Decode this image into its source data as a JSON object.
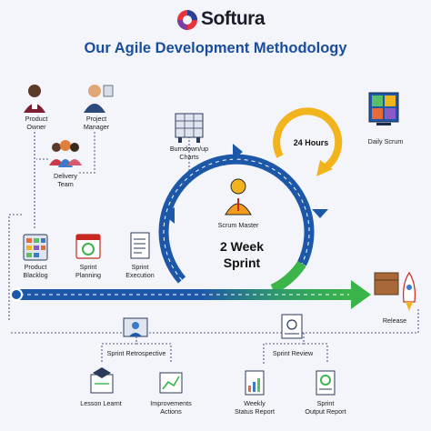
{
  "header": {
    "brand": "Softura",
    "title": "Our Agile Development Methodology"
  },
  "roles": {
    "product_owner": "Product\nOwner",
    "project_manager": "Project\nManager",
    "delivery_team": "Delivery\nTeam"
  },
  "artifacts": {
    "burndown": "Burndown/up\nCharts",
    "daily_scrum": "Daily Scrum",
    "hours": "24 Hours",
    "scrum_master": "Scrum Master",
    "sprint": "2 Week\nSprint"
  },
  "phases": {
    "backlog": "Product\nBlacklog",
    "planning": "Sprint\nPlanning",
    "execution": "Sprint\nExecution",
    "release": "Release"
  },
  "reviews": {
    "retrospective": "Sprint Retrospective",
    "review": "Sprint Review",
    "lesson": "Lesson Learnt",
    "improvements": "Improvements\nActions",
    "weekly": "Weekly\nStatus Report",
    "output": "Sprint\nOutput Report"
  },
  "colors": {
    "blue": "#1d57a8",
    "green": "#3bb54a",
    "amber": "#f2b41c",
    "title": "#1a4d9e",
    "dotted": "#555a8c"
  }
}
